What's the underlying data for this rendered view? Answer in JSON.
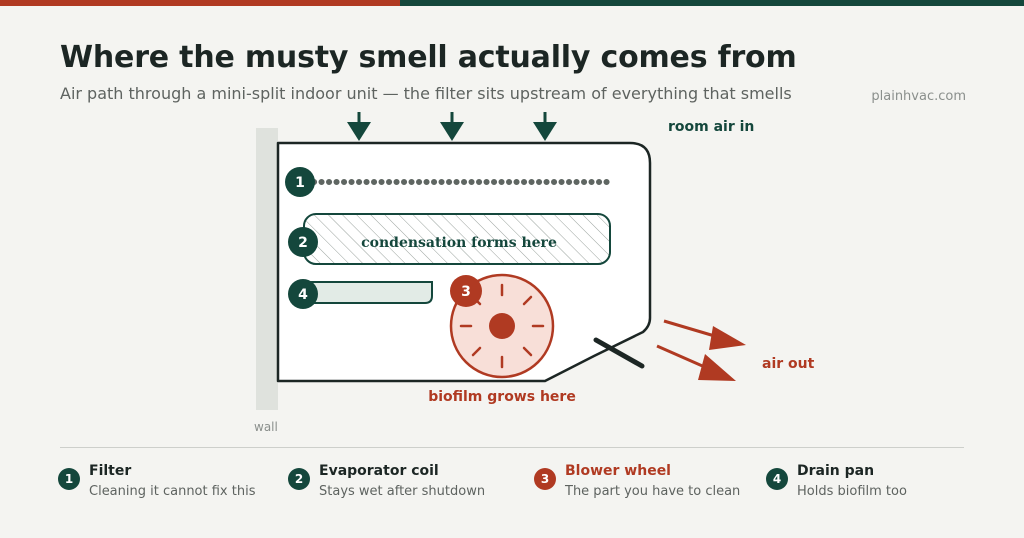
{
  "header": {
    "title": "Where the musty smell actually comes from",
    "subtitle": "Air path through a mini-split indoor unit — the filter sits upstream of everything that smells",
    "site": "plainhvac.com"
  },
  "diagram": {
    "room_air_label": "room air in",
    "air_out_label": "air out",
    "wall_label": "wall",
    "coil_label": "condensation forms here",
    "biofilm_label": "biofilm grows here",
    "markers": {
      "filter": "1",
      "coil": "2",
      "blower": "3",
      "drain": "4"
    }
  },
  "legend": [
    {
      "number": "1",
      "title": "Filter",
      "desc": "Cleaning it cannot fix this",
      "color": "#14473c"
    },
    {
      "number": "2",
      "title": "Evaporator coil",
      "desc": "Stays wet after shutdown",
      "color": "#14473c"
    },
    {
      "number": "3",
      "title": "Blower wheel",
      "desc": "The part you have to clean",
      "color": "#b03a22"
    },
    {
      "number": "4",
      "title": "Drain pan",
      "desc": "Holds biofilm too",
      "color": "#14473c"
    }
  ],
  "colors": {
    "green": "#14473c",
    "red": "#b03a22",
    "pink": "#f8dfd8",
    "light_green": "#e2ebe6"
  }
}
